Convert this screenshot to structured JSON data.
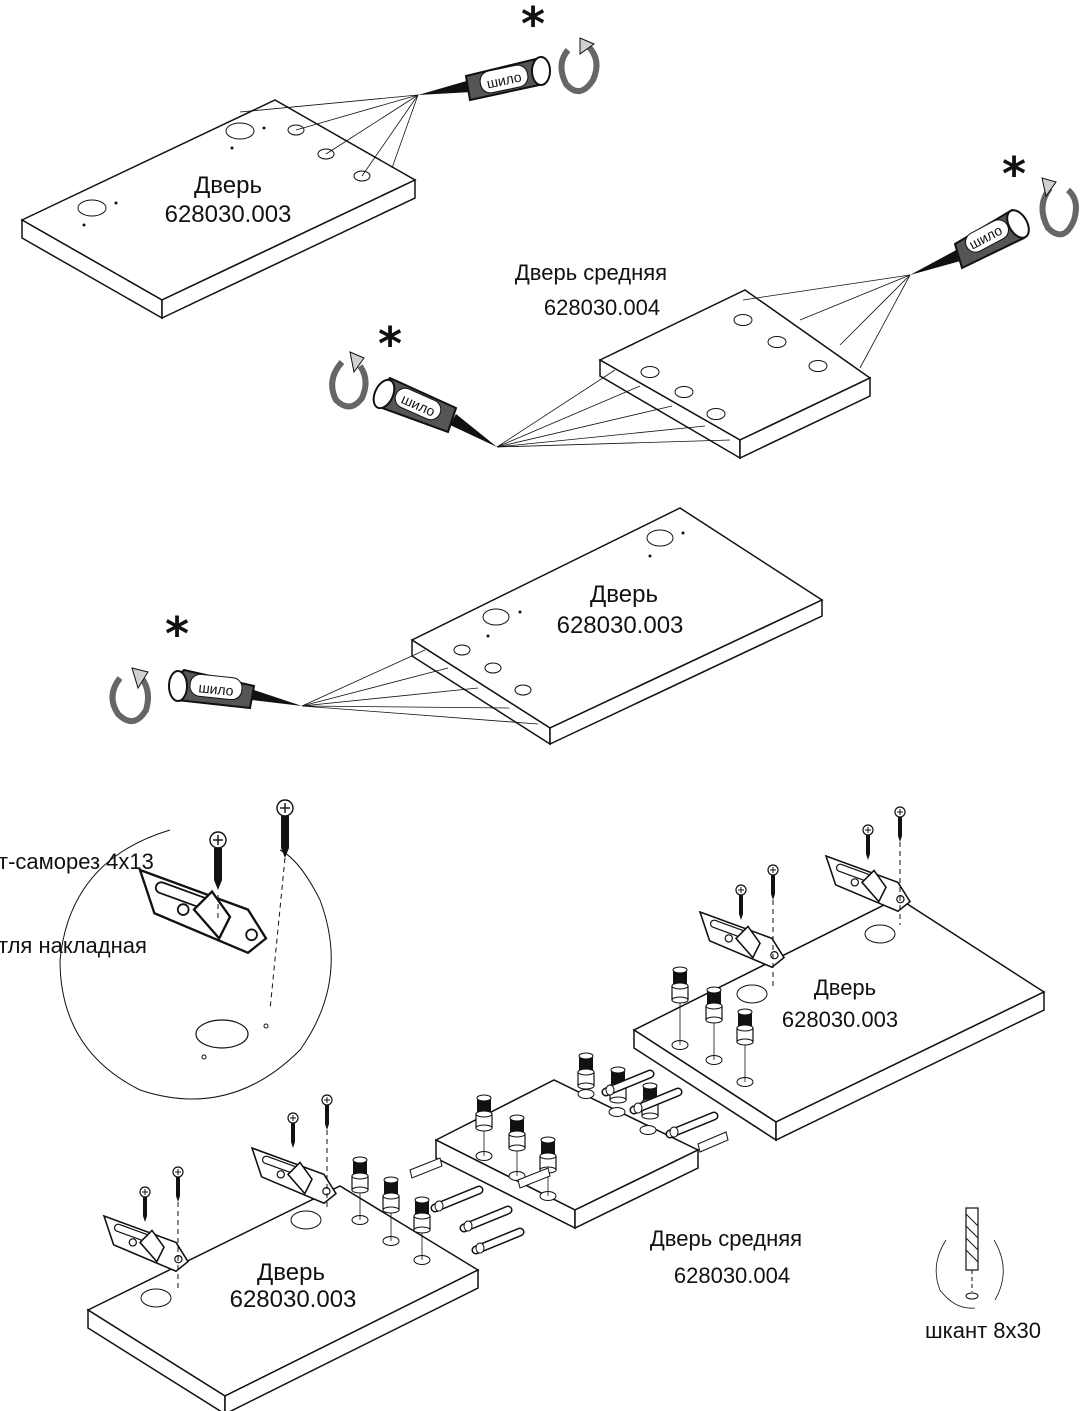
{
  "tool": {
    "name": "шило",
    "mark": "*"
  },
  "step1": {
    "panel_title": "Дверь",
    "panel_code": "628030.003"
  },
  "step2": {
    "panel_title": "Дверь средняя",
    "panel_code": "628030.004"
  },
  "step3": {
    "panel_title": "Дверь",
    "panel_code": "628030.003"
  },
  "assembly": {
    "left_panel_title": "Дверь",
    "left_panel_code": "628030.003",
    "middle_panel_title": "Дверь средняя",
    "middle_panel_code": "628030.004",
    "right_panel_title": "Дверь",
    "right_panel_code": "628030.003",
    "callout_screw": "т-саморез 4х13",
    "callout_hinge": "тля накладная",
    "dowel_label": "шкант 8х30"
  },
  "colors": {
    "line": "#111111",
    "arrow_fill": "#d0d0d0",
    "tool_fill": "#555555"
  }
}
